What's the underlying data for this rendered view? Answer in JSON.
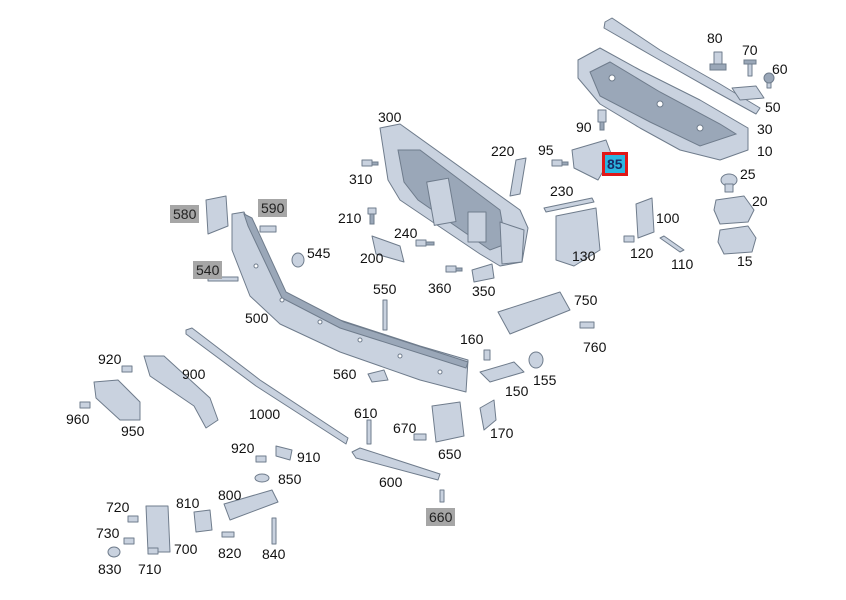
{
  "diagram": {
    "highlighted": "85",
    "colors": {
      "part_fill": "#c9d2df",
      "part_stroke": "#6f7c8c",
      "part_shade": "#9aa7b8",
      "highlight": "#e01717",
      "highlight_bg": "#2bb6e0",
      "grey_tag": "#a6a6a6"
    },
    "labels": {
      "l10": "10",
      "l15": "15",
      "l20": "20",
      "l25": "25",
      "l30": "30",
      "l50": "50",
      "l60": "60",
      "l70": "70",
      "l80": "80",
      "l85": "85",
      "l90": "90",
      "l95": "95",
      "l100": "100",
      "l110": "110",
      "l120": "120",
      "l130": "130",
      "l150": "150",
      "l155": "155",
      "l160": "160",
      "l170": "170",
      "l200": "200",
      "l210": "210",
      "l220": "220",
      "l230": "230",
      "l240": "240",
      "l300": "300",
      "l310": "310",
      "l350": "350",
      "l360": "360",
      "l500": "500",
      "l540": "540",
      "l545": "545",
      "l550": "550",
      "l560": "560",
      "l580": "580",
      "l590": "590",
      "l600": "600",
      "l610": "610",
      "l650": "650",
      "l660": "660",
      "l670": "670",
      "l700": "700",
      "l710": "710",
      "l720": "720",
      "l730": "730",
      "l750": "750",
      "l760": "760",
      "l800": "800",
      "l810": "810",
      "l820": "820",
      "l830": "830",
      "l840": "840",
      "l850": "850",
      "l900": "900",
      "l910": "910",
      "l920a": "920",
      "l920b": "920",
      "l950": "950",
      "l960": "960",
      "l1000": "1000"
    }
  }
}
